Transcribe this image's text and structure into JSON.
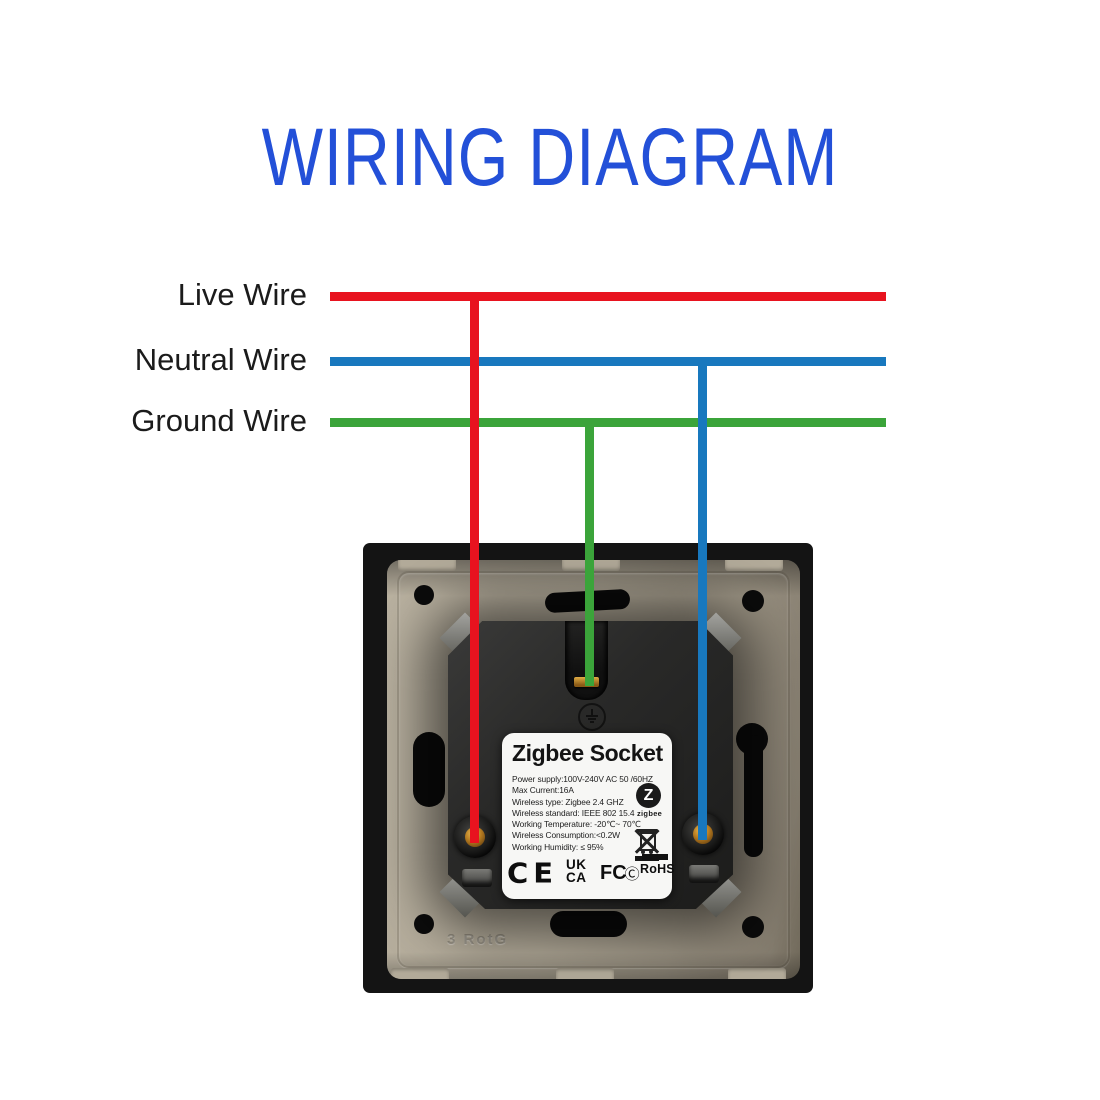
{
  "title": {
    "text": "WIRING DIAGRAM",
    "color": "#2350d8"
  },
  "wires": [
    {
      "name": "live",
      "label": "Live Wire",
      "color": "#e8131f"
    },
    {
      "name": "neutral",
      "label": "Neutral Wire",
      "color": "#1878be"
    },
    {
      "name": "ground",
      "label": "Ground Wire",
      "color": "#3ba43a"
    }
  ],
  "socket": {
    "module_label": {
      "title": "Zigbee Socket",
      "specs": [
        "Power supply:100V-240V AC  50 /60HZ",
        "Max Current:16A",
        "Wireless type: Zigbee 2.4 GHZ",
        "Wireless standard: IEEE 802 15.4",
        "Working Temperature:  -20℃~ 70℃",
        "Wireless Consumption:<0.2W",
        "Working Humidity: ≤ 95%"
      ],
      "zigbee_logo_letter": "Z",
      "zigbee_logo_text": "zigbee",
      "certifications": {
        "ce": "CE",
        "ukca_line1": "UK",
        "ukca_line2": "CA",
        "fcc": "FC",
        "fcc_c": "Ⓒ",
        "rohs": "RoHS"
      }
    },
    "plate_stamp": "3 RotG"
  }
}
